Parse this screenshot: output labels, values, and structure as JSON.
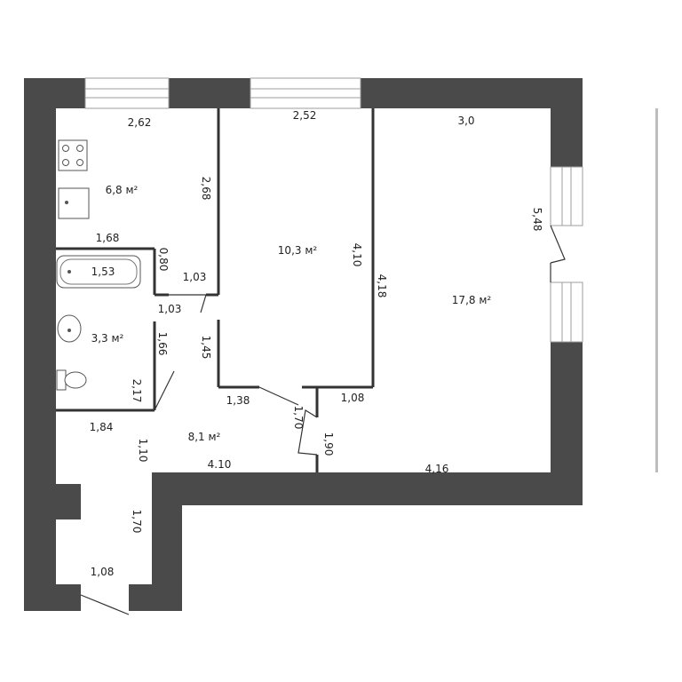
{
  "colors": {
    "wall": "#4a4a4a",
    "line": "#333333",
    "window": "#bdbdbd",
    "background": "#ffffff"
  },
  "rooms": {
    "kitchen": "6,8 м²",
    "bedroom": "10,3 м²",
    "living": "17,8 м²",
    "bathroom": "3,3 м²",
    "hall": "8,1 м²"
  },
  "dims": {
    "kitchen_top": "2,62",
    "bedroom_top": "2,52",
    "living_top": "3,0",
    "kitchen_side": "2,68",
    "balcony_door": "5,48",
    "kitchen_bottom": "1,68",
    "bath_tub": "1,53",
    "bath_top_gap": "0,80",
    "kitchen_door": "1,03",
    "bath_door_width": "1,03",
    "bedroom_right": "4,10",
    "bedroom_outer": "4,18",
    "bath_right": "1,66",
    "bath_door": "2,17",
    "hall_wall": "1,45",
    "bedroom_bottom_left": "1,38",
    "bedroom_door": "1,70",
    "living_bottom_left": "1,08",
    "hall_top": "1,84",
    "hall_left": "1,10",
    "hall_bottom": "4.10",
    "living_door": "1,90",
    "living_bottom": "4,16",
    "corridor": "1,70",
    "entry": "1,08"
  },
  "fixtures": [
    "stove-icon",
    "sink-icon",
    "bathtub-icon",
    "washbasin-icon",
    "toilet-icon"
  ]
}
